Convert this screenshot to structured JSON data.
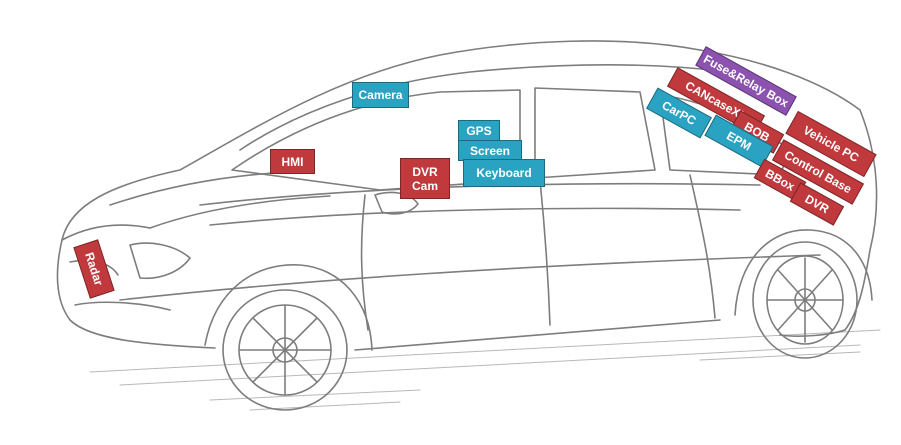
{
  "colors": {
    "red": "#c0393c",
    "blue": "#2aa3c2",
    "purple": "#8b52b0"
  },
  "labels": {
    "camera": "Camera",
    "hmi": "HMI",
    "gps": "GPS",
    "screen": "Screen",
    "keyboard": "Keyboard",
    "dvr_cam_line1": "DVR",
    "dvr_cam_line2": "Cam",
    "radar": "Radar",
    "fuse_relay_box": "Fuse&Relay Box",
    "cancasexl": "CANcaseXL",
    "carpc": "CarPC",
    "bob": "BOB",
    "epm": "EPM",
    "vehicle_pc": "Vehicle PC",
    "control_base": "Control Base",
    "bbox": "BBox",
    "dvr": "DVR"
  }
}
